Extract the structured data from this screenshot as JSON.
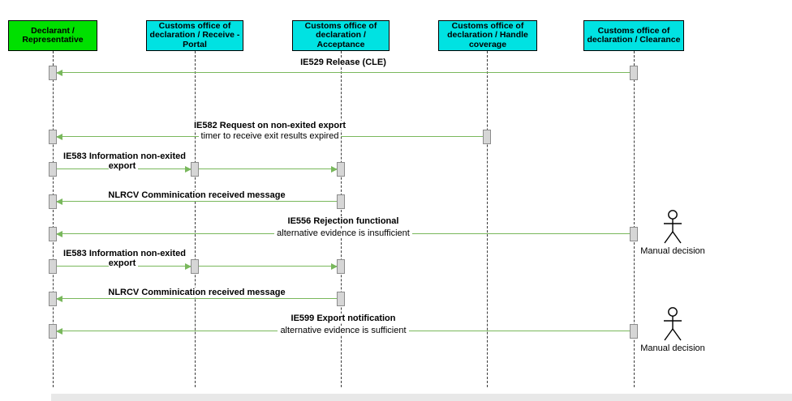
{
  "colors": {
    "declarant-fill": "#00E000",
    "customs-fill": "#00E2E2",
    "arrow": "#79B85C",
    "activation-fill": "#D6D6D6",
    "activation-border": "#8C8C8C"
  },
  "actors": [
    {
      "id": "declarant",
      "label": "Declarant /\nRepresentative"
    },
    {
      "id": "receive-portal",
      "label": "Customs office of\ndeclaration / Receive -\nPortal"
    },
    {
      "id": "acceptance",
      "label": "Customs office of\ndeclaration /\nAcceptance"
    },
    {
      "id": "handle-coverage",
      "label": "Customs office of\ndeclaration / Handle\ncoverage"
    },
    {
      "id": "clearance",
      "label": "Customs office of\ndeclaration / Clearance"
    }
  ],
  "messages": [
    {
      "title": "IE529 Release (CLE)"
    },
    {
      "title": "IE582 Request on non-exited export",
      "subtitle": "timer to receive exit results expired"
    },
    {
      "title": "IE583 Information non-exited export"
    },
    {
      "title": "NLRCV Comminication received message"
    },
    {
      "title": "IE556 Rejection functional",
      "subtitle": "alternative evidence is insufficient"
    },
    {
      "title": "IE583 Information non-exited export"
    },
    {
      "title": "NLRCV Comminication received message"
    },
    {
      "title": "IE599 Export notification",
      "subtitle": "alternative evidence is sufficient"
    }
  ],
  "annotations": [
    {
      "label": "Manual decision"
    },
    {
      "label": "Manual decision"
    }
  ]
}
